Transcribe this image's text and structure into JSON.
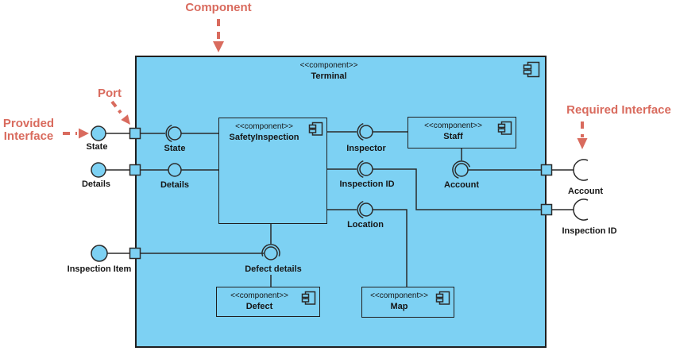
{
  "diagram": {
    "stereotype": "<<component>>",
    "nodes": {
      "terminal": "Terminal",
      "safety_inspection": "SafetyInspection",
      "staff": "Staff",
      "defect": "Defect",
      "map": "Map"
    },
    "provided": {
      "state": "State",
      "details": "Details",
      "inspection_item": "Inspection Item"
    },
    "internal": {
      "state": "State",
      "details": "Details",
      "inspector": "Inspector",
      "inspection_id": "Inspection ID",
      "location": "Location",
      "account": "Account",
      "defect_details": "Defect details"
    },
    "required": {
      "account": "Account",
      "inspection_id": "Inspection ID"
    },
    "annotations": {
      "component": "Component",
      "port": "Port",
      "provided_line1": "Provided",
      "provided_line2": "Interface",
      "required": "Required Interface"
    },
    "colors": {
      "fill": "#7DD1F3",
      "border": "#1F1F1F",
      "connector": "#2B2B2B",
      "annotation": "#D96B5E",
      "text": "#161616"
    }
  }
}
